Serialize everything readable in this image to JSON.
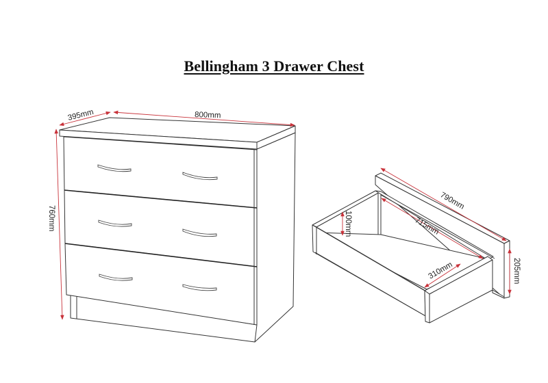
{
  "title": "Bellingham 3 Drawer Chest",
  "chest": {
    "dimensions": {
      "depth": "395mm",
      "width": "800mm",
      "height": "760mm"
    },
    "drawer_count": 3,
    "handles_per_drawer": 2
  },
  "drawer": {
    "dimensions": {
      "outer_length": "790mm",
      "inner_length": "715mm",
      "inner_width": "310mm",
      "inner_height": "100mm",
      "front_height": "205mm"
    }
  },
  "colors": {
    "dimension_line": "#c8323a",
    "outline": "#333333",
    "background": "#ffffff"
  }
}
